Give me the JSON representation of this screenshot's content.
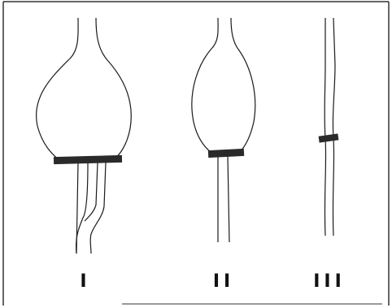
{
  "panels": [
    {
      "id": "I",
      "label": "I"
    },
    {
      "id": "II",
      "label": "II"
    },
    {
      "id": "III",
      "label": "III"
    }
  ],
  "colors": {
    "line": "#1a1a1a",
    "ligature": "#2a2a2a",
    "border": "#333333",
    "background": "#ffffff"
  }
}
